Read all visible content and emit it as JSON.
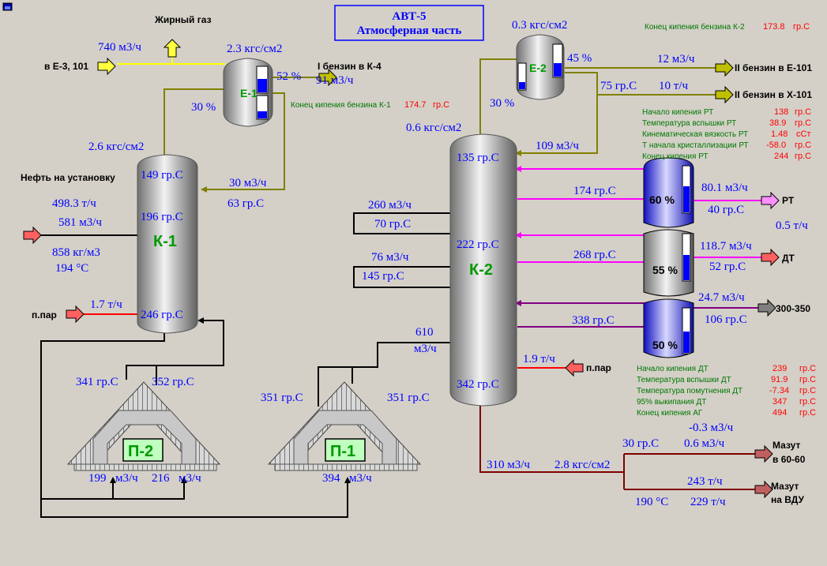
{
  "title": {
    "line1": "АВТ-5",
    "line2": "Атмосферная часть"
  },
  "colors": {
    "background": "#d4d0c8",
    "value": "#0000ff",
    "pipe_olive": "#808000",
    "pipe_magenta": "#ff00ff",
    "pipe_purple": "#800080",
    "pipe_red": "#ff0000",
    "pipe_maroon": "#800000",
    "pipe_black": "#000000",
    "pipe_yellow": "#ffff00",
    "label_green": "#007700",
    "alarm_red": "#ff0000"
  },
  "icons": {
    "corner": "window-icon",
    "arrow": "flow-arrow-icon",
    "vent": "vent-arrow-icon"
  },
  "k2_boil": {
    "label": "Конец кипения бензина К-2",
    "value": "173.8",
    "unit": "гр.С"
  },
  "k1_boil": {
    "label": "Конец кипения бензина К-1",
    "value": "174.7",
    "unit": "гр.С"
  },
  "streams": {
    "fat_gas": "Жирный газ",
    "from_e3": "в Е-3, 101",
    "gas_flow": "740 м3/ч",
    "gasoline1": "I бензин в К-4",
    "gasoline2_e101": "II бензин в Е-101",
    "gasoline2_x101": "II бензин в Х-101",
    "oil_feed": "Нефть на установку",
    "steam1": "п.пар",
    "steam2": "п.пар",
    "rt": "РТ",
    "dt": "ДТ",
    "fr300": "300-350",
    "mazut1_a": "Мазут",
    "mazut1_b": "в 60-60",
    "mazut2_a": "Мазут",
    "mazut2_b": "на ВДУ"
  },
  "e1": {
    "name": "Е-1",
    "pressure": "2.3 кгс/см2",
    "level_right": "52 %",
    "level_left": "30 %",
    "flow": "91 м3/ч"
  },
  "e2": {
    "name": "Е-2",
    "pressure": "0.3 кгс/см2",
    "level_right": "45 %",
    "level_left": "30 %",
    "flow1": "12 м3/ч",
    "temp": "75 гр.С",
    "flow2": "10 т/ч"
  },
  "k1": {
    "name": "К-1",
    "pressure_top": "2.6 кгс/см2",
    "t_top": "149 гр.С",
    "t_mid": "196 гр.С",
    "t_bottom": "246 гр.С",
    "reflux_flow": "30 м3/ч",
    "reflux_temp": "63 гр.С",
    "feed_mass": "498.3 т/ч",
    "feed_vol": "581 м3/ч",
    "feed_density": "858 кг/м3",
    "feed_temp": "194 °С",
    "steam_flow": "1.7 т/ч"
  },
  "k2": {
    "name": "К-2",
    "pressure_top": "0.6 кгс/см2",
    "t_top": "135 гр.С",
    "t_mid": "222 гр.С",
    "t_bottom": "342 гр.С",
    "top_flow": "109 м3/ч",
    "ir1_flow": "260 м3/ч",
    "ir1_temp": "70 гр.С",
    "ir2_flow": "76 м3/ч",
    "ir2_temp": "145 гр.С",
    "feed_flow_a": "610",
    "feed_flow_b": "м3/ч",
    "steam_flow": "1.9 т/ч"
  },
  "rt_props": [
    {
      "label": "Начало кипения РТ",
      "value": "138",
      "unit": "гр.С"
    },
    {
      "label": "Температура вспышки РТ",
      "value": "38.9",
      "unit": "гр.С"
    },
    {
      "label": "Кинематическая вязкость РТ",
      "value": "1.48",
      "unit": "сСт"
    },
    {
      "label": "Т начала кристаллизации РТ",
      "value": "-58.0",
      "unit": "гр.С"
    },
    {
      "label": "Конец кипения РТ",
      "value": "244",
      "unit": "гр.С"
    }
  ],
  "dt_props": [
    {
      "label": "Начало кипения ДТ",
      "value": "239",
      "unit": "гр.С"
    },
    {
      "label": "Температура вспышки ДТ",
      "value": "91.9",
      "unit": "гр.С"
    },
    {
      "label": "Температура помутнения ДТ",
      "value": "-7.34",
      "unit": "гр.С"
    },
    {
      "label": "95% выкипания ДТ",
      "value": "347",
      "unit": "гр.С"
    },
    {
      "label": "Конец кипения АГ",
      "value": "494",
      "unit": "гр.С"
    }
  ],
  "strippers": {
    "s1": {
      "level": "60 %",
      "draw_temp": "174 гр.С",
      "out_flow": "80.1 м3/ч",
      "out_temp": "40 гр.С",
      "extra": "0.5 т/ч"
    },
    "s2": {
      "level": "55 %",
      "draw_temp": "268 гр.С",
      "out_flow": "118.7 м3/ч",
      "out_temp": "52 гр.С"
    },
    "s3": {
      "level": "50 %",
      "draw_temp": "338 гр.С",
      "out_flow": "24.7 м3/ч",
      "out_temp": "106 гр.С"
    }
  },
  "furnaces": {
    "p2": {
      "name": "П-2",
      "t_left": "341 гр.С",
      "t_right": "352 гр.С",
      "flow_a_val": "199",
      "flow_a_unit": "м3/ч",
      "flow_b_val": "216",
      "flow_b_unit": "м3/ч"
    },
    "p1": {
      "name": "П-1",
      "t_left": "351 гр.С",
      "t_right": "351 гр.С",
      "flow_val": "394",
      "flow_unit": "м3/ч"
    }
  },
  "bottoms": {
    "flow": "310 м3/ч",
    "pressure": "2.8 кгс/см2",
    "temp1": "30 гр.С",
    "r1": "-0.3 м3/ч",
    "r2": "0.6 м3/ч",
    "flow2": "243 т/ч",
    "temp2": "190 °С",
    "flow3": "229 т/ч"
  }
}
